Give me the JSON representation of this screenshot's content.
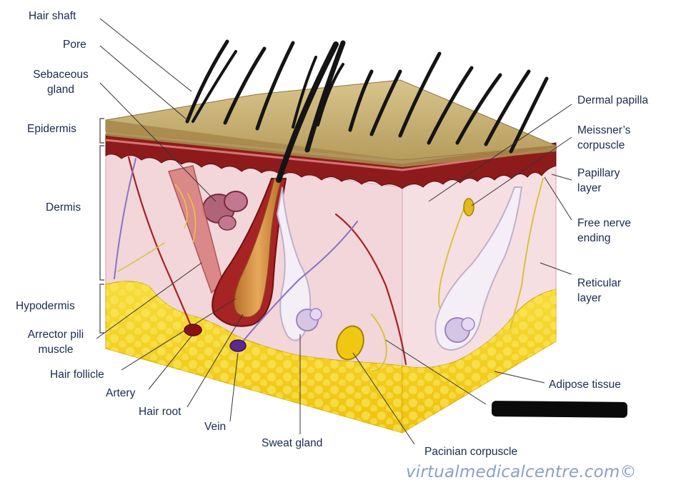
{
  "diagram": {
    "labels": {
      "hair_shaft": "Hair shaft",
      "pore": "Pore",
      "sebaceous_1": "Sebaceous",
      "sebaceous_2": "gland",
      "epidermis": "Epidermis",
      "dermis": "Dermis",
      "hypodermis": "Hypodermis",
      "arrector_1": "Arrector pili",
      "arrector_2": "muscle",
      "hair_follicle": "Hair follicle",
      "artery": "Artery",
      "hair_root": "Hair root",
      "vein": "Vein",
      "sweat_gland": "Sweat gland",
      "pacinian": "Pacinian corpuscle",
      "adipose": "Adipose tissue",
      "reticular_1": "Reticular",
      "reticular_2": "layer",
      "free_nerve_1": "Free nerve",
      "free_nerve_2": "ending",
      "papillary_1": "Papillary",
      "papillary_2": "layer",
      "meissner_1": "Meissner’s",
      "meissner_2": "corpuscle",
      "dermal_papilla": "Dermal papilla"
    },
    "watermark": "virtualmedicalcentre.com©",
    "colors": {
      "label_text": "#1b2a4e",
      "epidermis_top": "#c8b27a",
      "dermis": "#f2d8dc",
      "papillary_red": "#8e1b1b",
      "adipose": "#f4d21c",
      "hair": "#1a1a1a",
      "follicle": "#c98a3c",
      "nerve": "#d8c23a",
      "vessel_red": "#a82020",
      "vessel_purple": "#8a72c8"
    }
  }
}
